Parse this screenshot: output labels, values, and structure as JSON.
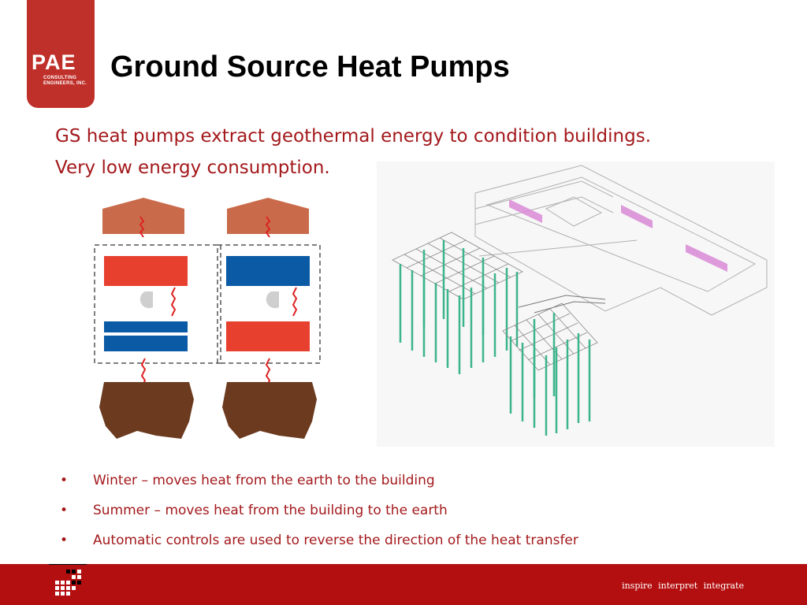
{
  "logo": {
    "name": "PAE",
    "subtitle_line1": "CONSULTING",
    "subtitle_line2": "ENGINEERS, INC."
  },
  "slide": {
    "title": "Ground Source Heat Pumps",
    "lead_line1": "GS heat pumps extract geothermal energy to condition buildings.",
    "lead_line2": "Very low energy consumption."
  },
  "bullets": [
    "Winter – moves heat from the earth to the building",
    "Summer – moves heat from the building to the earth",
    "Automatic controls are used to reverse the direction of the heat transfer"
  ],
  "footer": {
    "tagline": "inspire interpret integrate"
  },
  "colors": {
    "brand_red": "#b40f10",
    "text_red": "#a3191c",
    "hot": "#e8402f",
    "cold": "#0a5aa5",
    "earth": "#6b3a1f",
    "roof": "#c96b4a",
    "well": "#3cb48c"
  },
  "icons": [
    "snowflake-style-heat-pump-icon",
    "heat-exchange-arrow-icon",
    "building-roof-icon",
    "earth-icon",
    "geothermal-well-field-icon"
  ]
}
